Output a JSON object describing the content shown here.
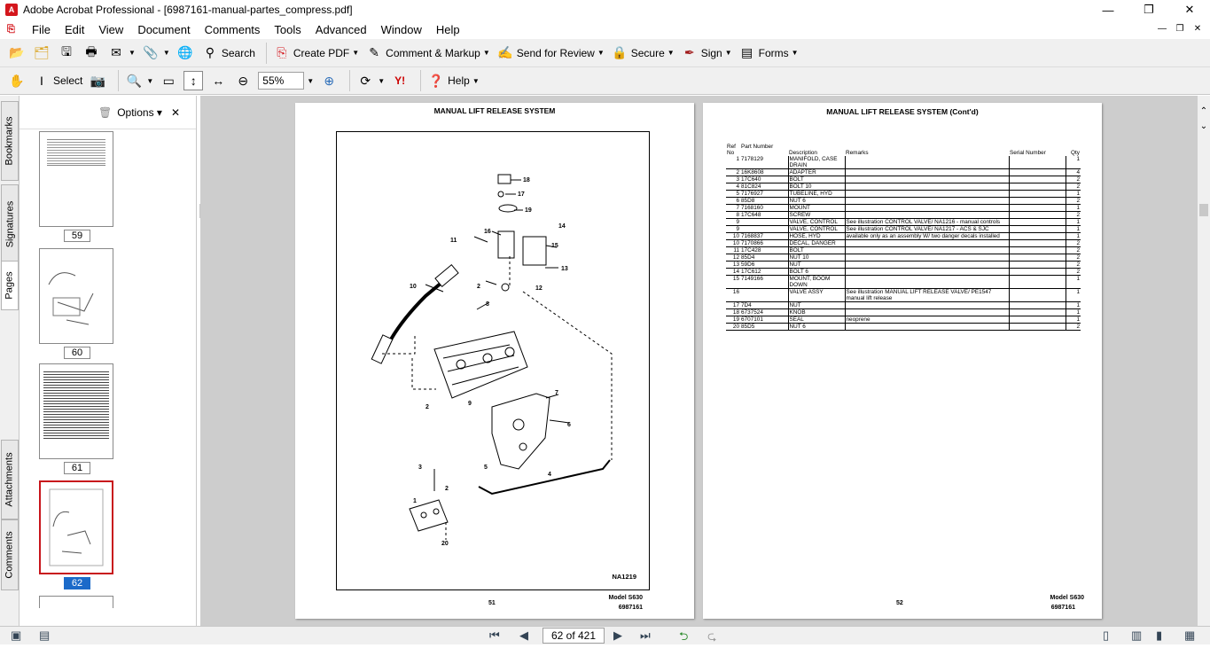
{
  "window": {
    "title": "Adobe Acrobat Professional - [6987161-manual-partes_compress.pdf]",
    "minimize": "—",
    "restore": "❐",
    "close": "✕"
  },
  "menu": [
    "File",
    "Edit",
    "View",
    "Document",
    "Comments",
    "Tools",
    "Advanced",
    "Window",
    "Help"
  ],
  "toolbar1": {
    "search": "Search",
    "create_pdf": "Create PDF",
    "comment": "Comment & Markup",
    "send_review": "Send for Review",
    "secure": "Secure",
    "sign": "Sign",
    "forms": "Forms"
  },
  "toolbar2": {
    "select": "Select",
    "zoom": "55%",
    "help": "Help"
  },
  "left_tabs": [
    "Bookmarks",
    "Signatures",
    "Pages",
    "Attachments",
    "Comments"
  ],
  "panel": {
    "options": "Options",
    "close": "✕",
    "thumbs": [
      "59",
      "60",
      "61",
      "62"
    ]
  },
  "page_left": {
    "title": "MANUAL LIFT RELEASE SYSTEM",
    "page_no": "51",
    "model": "Model S630",
    "docno": "6987161",
    "fig": "NA1219",
    "callouts": [
      "18",
      "17",
      "19",
      "14",
      "16",
      "11",
      "15",
      "13",
      "10",
      "2",
      "12",
      "8",
      "7",
      "2",
      "9",
      "6",
      "3",
      "5",
      "4",
      "2",
      "1",
      "20"
    ]
  },
  "page_right": {
    "title": "MANUAL LIFT RELEASE SYSTEM (Cont'd)",
    "page_no": "52",
    "model": "Model S630",
    "docno": "6987161",
    "headers": {
      "ref": "Ref No",
      "part": "Part Number",
      "desc": "Description",
      "remarks": "Remarks",
      "serial": "Serial Number",
      "qty": "Qty"
    },
    "rows": [
      {
        "ref": "1",
        "part": "7178129",
        "desc": "MANIFOLD, CASE DRAIN",
        "remarks": "",
        "qty": "1"
      },
      {
        "ref": "2",
        "part": "16K8608",
        "desc": "ADAPTER",
        "remarks": "",
        "qty": "4"
      },
      {
        "ref": "3",
        "part": "17C640",
        "desc": "BOLT",
        "remarks": "",
        "qty": "2"
      },
      {
        "ref": "4",
        "part": "81C824",
        "desc": "BOLT 10",
        "remarks": "",
        "qty": "2"
      },
      {
        "ref": "5",
        "part": "7176927",
        "desc": "TUBELINE, HYD",
        "remarks": "",
        "qty": "1"
      },
      {
        "ref": "6",
        "part": "85D8",
        "desc": "NUT 6",
        "remarks": "",
        "qty": "2"
      },
      {
        "ref": "7",
        "part": "7168160",
        "desc": "MOUNT",
        "remarks": "",
        "qty": "1"
      },
      {
        "ref": "8",
        "part": "17C648",
        "desc": "SCREW",
        "remarks": "",
        "qty": "2"
      },
      {
        "ref": "9",
        "part": "",
        "desc": "VALVE, CONTROL",
        "remarks": "See illustration CONTROL VALVE/ NA1216 - manual controls",
        "qty": "1"
      },
      {
        "ref": "9",
        "part": "",
        "desc": "VALVE, CONTROL",
        "remarks": "See illustration CONTROL VALVE/ NA1217 - ACS & SJC",
        "qty": "1"
      },
      {
        "ref": "10",
        "part": "7168837",
        "desc": "HOSE, HYD",
        "remarks": "available only as an assembly W/ two danger decals installed",
        "qty": "1"
      },
      {
        "ref": "10",
        "part": "7170866",
        "desc": "DECAL, DANGER",
        "remarks": "",
        "qty": "2"
      },
      {
        "ref": "11",
        "part": "17C428",
        "desc": "BOLT",
        "remarks": "",
        "qty": "2"
      },
      {
        "ref": "12",
        "part": "85D4",
        "desc": "NUT 10",
        "remarks": "",
        "qty": "2"
      },
      {
        "ref": "13",
        "part": "59D6",
        "desc": "NUT",
        "remarks": "",
        "qty": "2"
      },
      {
        "ref": "14",
        "part": "17C612",
        "desc": "BOLT 6",
        "remarks": "",
        "qty": "2"
      },
      {
        "ref": "15",
        "part": "7149166",
        "desc": "MOUNT, BOOM DOWN",
        "remarks": "",
        "qty": "1"
      },
      {
        "ref": "16",
        "part": "",
        "desc": "VALVE ASSY",
        "remarks": "See illustration MANUAL LIFT RELEASE VALVE/ PE1547 manual lift release",
        "qty": "1"
      },
      {
        "ref": "17",
        "part": "7D4",
        "desc": "NUT",
        "remarks": "",
        "qty": "1"
      },
      {
        "ref": "18",
        "part": "6737524",
        "desc": "KNOB",
        "remarks": "",
        "qty": "1"
      },
      {
        "ref": "19",
        "part": "6707101",
        "desc": "SEAL",
        "remarks": "neoprene",
        "qty": "1"
      },
      {
        "ref": "20",
        "part": "85D5",
        "desc": "NUT 6",
        "remarks": "",
        "qty": "2"
      }
    ]
  },
  "status": {
    "page": "62 of 421"
  }
}
